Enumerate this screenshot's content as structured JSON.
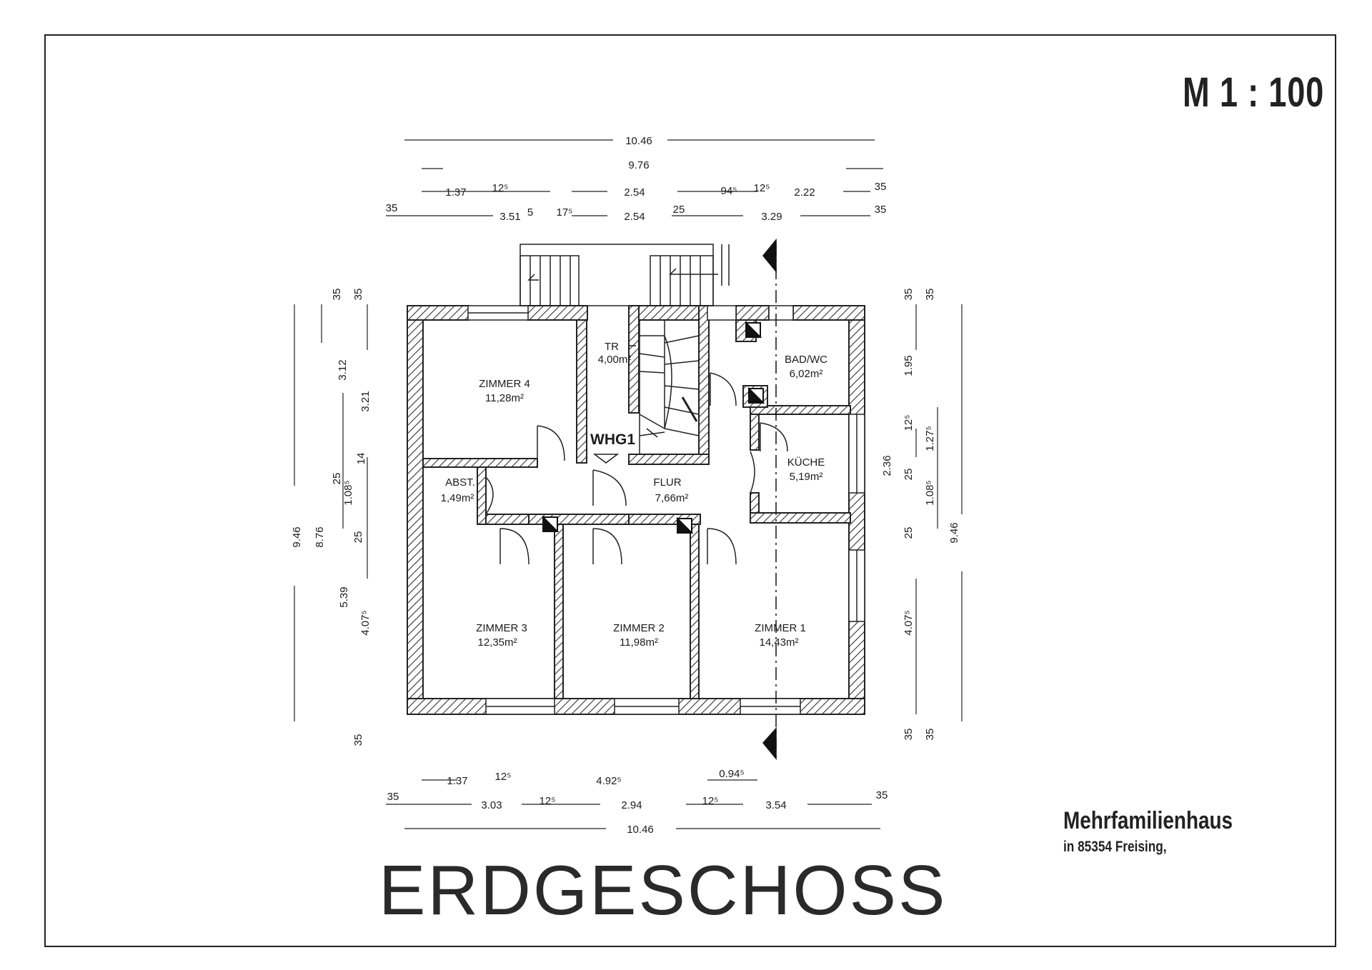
{
  "sheet": {
    "scale": "M 1 : 100",
    "title": "ERDGESCHOSS",
    "project_name": "Mehrfamilienhaus",
    "project_location": "in 85354 Freising,"
  },
  "apartment": {
    "label": "WHG1"
  },
  "rooms": [
    {
      "name": "ZIMMER 4",
      "area": "11,28m²"
    },
    {
      "name": "TR",
      "area": "4,00m²"
    },
    {
      "name": "BAD/WC",
      "area": "6,02m²"
    },
    {
      "name": "KÜCHE",
      "area": "5,19m²"
    },
    {
      "name": "ABST.",
      "area": "1,49m²"
    },
    {
      "name": "FLUR",
      "area": "7,66m²"
    },
    {
      "name": "ZIMMER 3",
      "area": "12,35m²"
    },
    {
      "name": "ZIMMER 2",
      "area": "11,98m²"
    },
    {
      "name": "ZIMMER 1",
      "area": "14,43m²"
    }
  ],
  "dimensions": {
    "top": {
      "overall": "10.46",
      "inner": "9.76",
      "row1": [
        "1.37",
        "12⁵",
        "2.54",
        "94⁵",
        "12⁵",
        "2.22",
        "35"
      ],
      "row2": [
        "35",
        "3.51",
        "5",
        "17⁵",
        "2.54",
        "25",
        "3.29",
        "35"
      ]
    },
    "bottom": {
      "row1": [
        "1.37",
        "12⁵",
        "4.92⁵",
        "0.94⁵"
      ],
      "row2": [
        "35",
        "3.03",
        "12⁵",
        "2.94",
        "12⁵",
        "3.54",
        "35"
      ],
      "overall": "10.46"
    },
    "left": [
      "35",
      "35",
      "3.12",
      "3.21",
      "25",
      "1.08⁵",
      "14",
      "9.46",
      "8.76",
      "25",
      "5.39",
      "4.07⁵",
      "35"
    ],
    "right": [
      "35",
      "35",
      "1.95",
      "12⁵",
      "1.27⁵",
      "2.36",
      "25",
      "1.08⁵",
      "25",
      "9.46",
      "4.07⁵",
      "35",
      "35"
    ]
  }
}
